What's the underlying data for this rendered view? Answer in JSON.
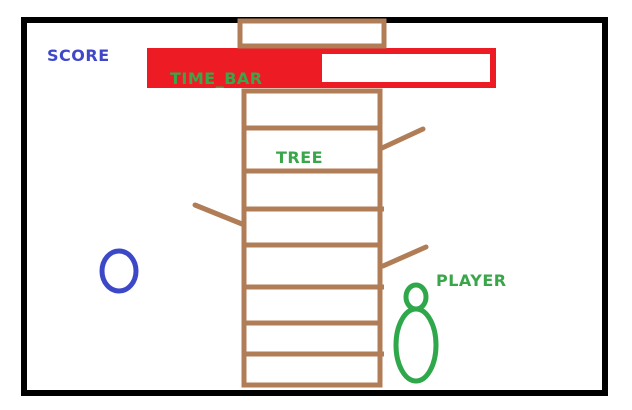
{
  "labels": {
    "score": "SCORE",
    "time_bar": "TIME_BAR",
    "tree": "TREE",
    "player": "PLAYER"
  },
  "time_bar": {
    "remaining_fraction": 0.5
  },
  "tree": {
    "segment_count": 8
  },
  "colors": {
    "frame": "#000000",
    "trunk": "#b07d57",
    "time_bar_fill": "#ed1c24",
    "score_text": "#4048c8",
    "label_text": "#3aa64a",
    "player": "#2ea84a",
    "target_ring": "#3d48c8"
  }
}
